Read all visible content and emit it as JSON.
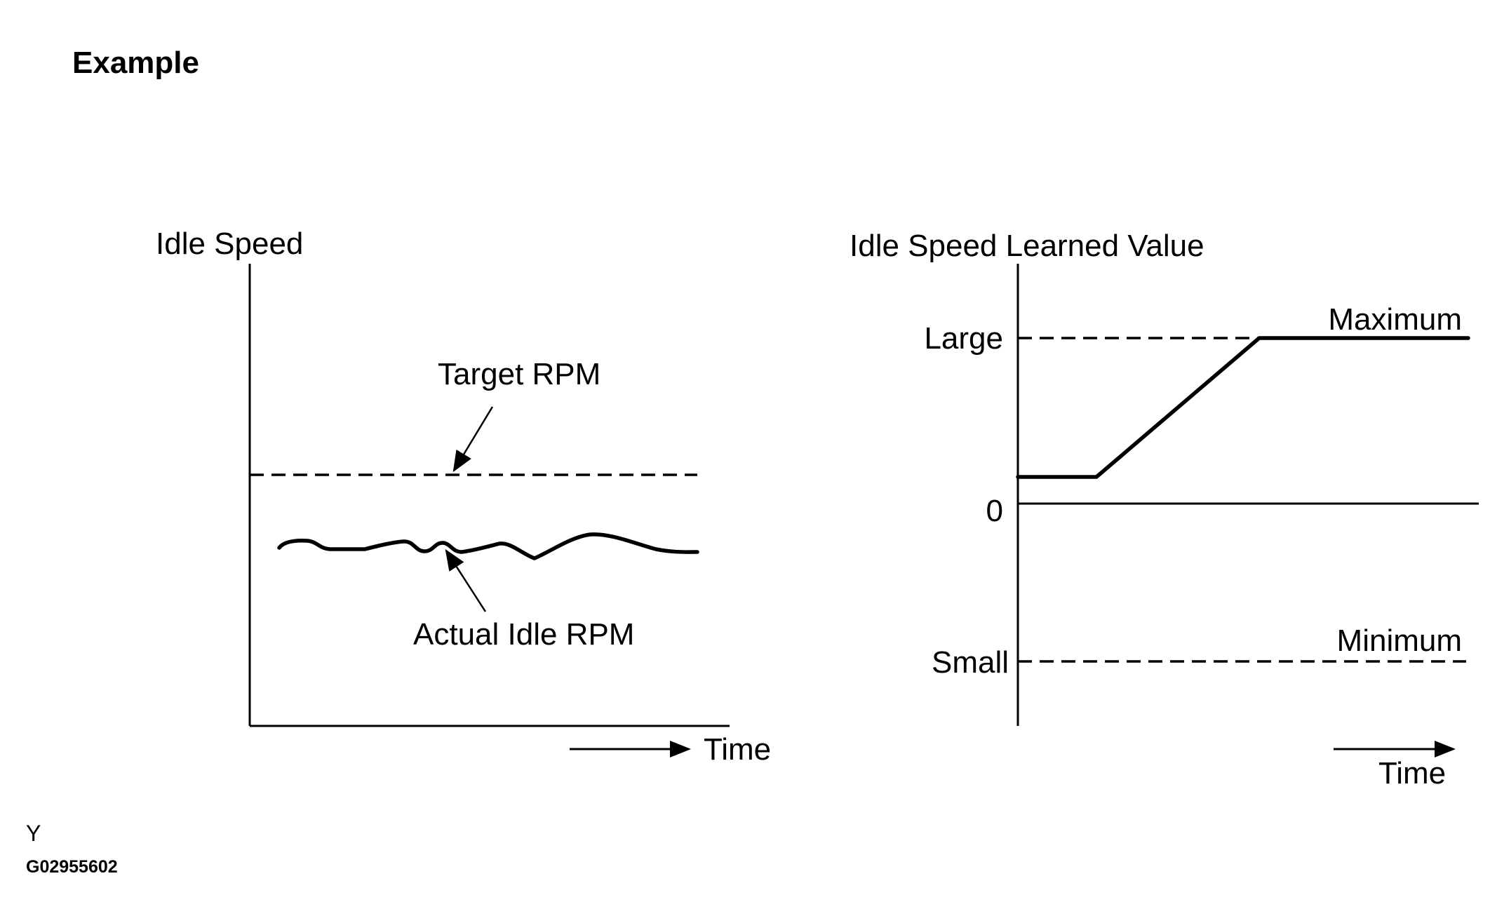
{
  "heading": "Example",
  "left_chart": {
    "y_axis_label": "Idle Speed",
    "x_axis_label": "Time",
    "target_label": "Target RPM",
    "actual_label": "Actual Idle RPM"
  },
  "right_chart": {
    "y_axis_label": "Idle Speed Learned Value",
    "x_axis_label": "Time",
    "tick_large": "Large",
    "tick_zero": "0",
    "tick_small": "Small",
    "max_label": "Maximum",
    "min_label": "Minimum"
  },
  "footer": {
    "code_letter": "Y",
    "figure_id": "G02955602"
  }
}
